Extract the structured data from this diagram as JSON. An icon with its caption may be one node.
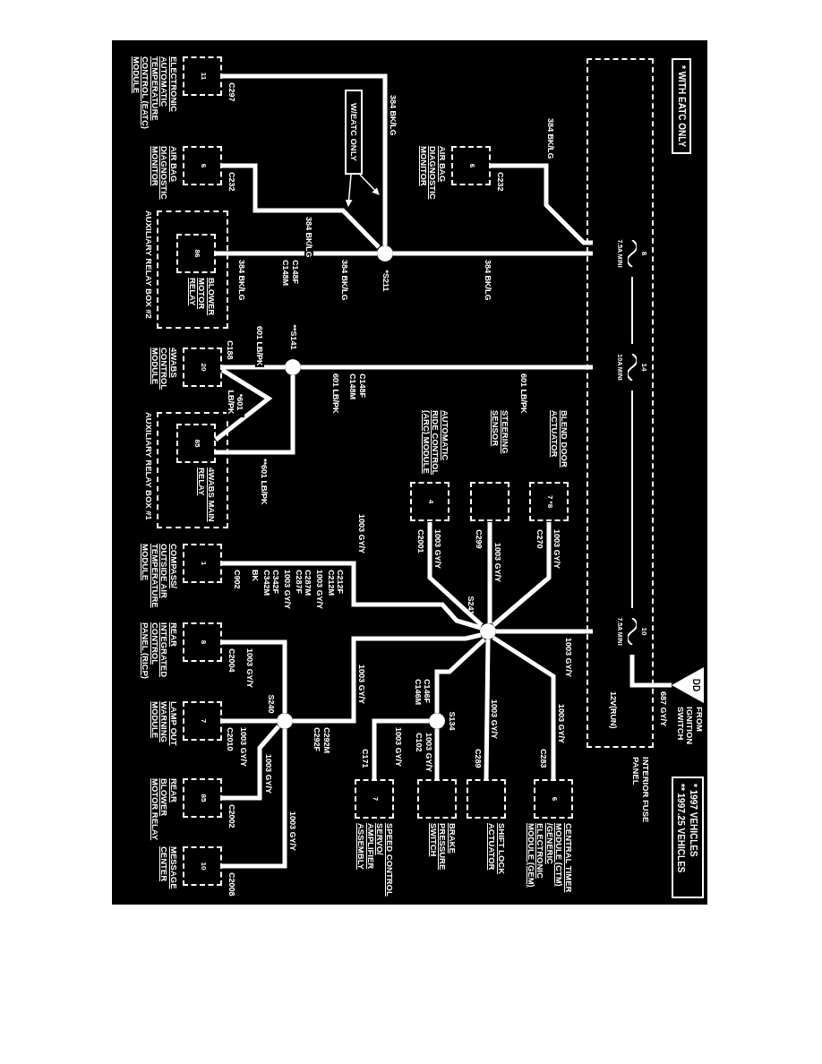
{
  "diagram": {
    "nodes": [
      {
        "text": [
          "INTERIOR FUSE PANEL"
        ]
      },
      {
        "text": [
          "8",
          "7.5A MINI"
        ],
        "in": 0
      },
      {
        "text": [
          "14",
          "10A MINI"
        ],
        "in": 0
      },
      {
        "text": [
          "10",
          "7.5A MINI"
        ],
        "in": 0
      },
      {
        "text": [
          "DD"
        ],
        "beside": [
          "FROM IGNITION SWITCH"
        ]
      },
      {
        "text": [
          "AIR BAG DIAGNOSTIC MONITOR",
          "6"
        ]
      },
      {
        "text": [
          "*S211"
        ]
      },
      {
        "text": [
          "ELECTRONIC AUTOMATIC TEMPERATURE CONTROL (EATC) MODULE",
          "11"
        ]
      },
      {
        "text": [
          "AIR BAG DIAGNOSTIC MONITOR",
          "6"
        ]
      },
      {
        "text": [
          "AUXILIARY RELAY BOX #2"
        ]
      },
      {
        "text": [
          "BLOWER MOTOR RELAY",
          "86"
        ],
        "in": 9
      },
      {
        "text": [
          "**S141"
        ]
      },
      {
        "text": [
          "4WABS CONTROL MODULE",
          "20"
        ]
      },
      {
        "text": [
          "AUXILIARY RELAY BOX #1"
        ]
      },
      {
        "text": [
          "4WABS MAIN RELAY",
          "85"
        ],
        "in": 13
      },
      {
        "text": [
          "S241"
        ]
      },
      {
        "text": [
          "BLEND DOOR ACTUATOR",
          "7 *8"
        ]
      },
      {
        "text": [
          "STEERING SENSOR"
        ]
      },
      {
        "text": [
          "AUTOMATIC RIDE CONTROL (ARC) MODULE",
          "4"
        ]
      },
      {
        "text": [
          "COMPASS/ OUTSIDE AIR TEMPERATURE MODULE",
          "1"
        ]
      },
      {
        "text": [
          "REAR INTEGRATED CONTROL PANEL (RICP)",
          "8"
        ]
      },
      {
        "text": [
          "S240"
        ]
      },
      {
        "text": [
          "LAMP OUT WARNING MODULE",
          "7"
        ]
      },
      {
        "text": [
          "REAR BLOWER MOTOR RELAY",
          "85"
        ]
      },
      {
        "text": [
          "MESSAGE CENTER",
          "10"
        ]
      },
      {
        "text": [
          "S134"
        ]
      },
      {
        "text": [
          "CENTRAL TIMER MODULE (CTM) /GENERIC ELECTRONIC MODULE (GEM)",
          "6"
        ]
      },
      {
        "text": [
          "SHIFT LOCK ACTUATOR"
        ]
      },
      {
        "text": [
          "BRAKE PRESSURE SWITCH"
        ]
      },
      {
        "text": [
          "SPEED CONTROL SERVO/ AMPLIFIER ASSEMBLY",
          "7"
        ]
      },
      {
        "text": [
          "W/EATC ONLY"
        ]
      }
    ],
    "edges": [
      {
        "from": 4,
        "to": 3,
        "arrow": "none",
        "label": "687 GY/Y"
      },
      {
        "from": 3,
        "to": 2,
        "arrow": "none"
      },
      {
        "from": 2,
        "to": 1,
        "arrow": "none"
      },
      {
        "from": 1,
        "to": 5,
        "arrow": "none",
        "label": "384 BK/LG"
      },
      {
        "from": 1,
        "to": 6,
        "arrow": "none",
        "label": "384 BK/LG"
      },
      {
        "from": 6,
        "to": 7,
        "arrow": "none",
        "label": "384 BK/LG"
      },
      {
        "from": 6,
        "to": 8,
        "arrow": "none",
        "label": "384 BK/LG"
      },
      {
        "from": 6,
        "to": 10,
        "arrow": "none",
        "label": "384 BK/LG"
      },
      {
        "from": 30,
        "to": null,
        "arrow": "to"
      },
      {
        "from": 30,
        "to": null,
        "arrow": "to"
      },
      {
        "from": 2,
        "to": 11,
        "arrow": "none",
        "label": "601 LB/PK"
      },
      {
        "from": 11,
        "to": 12,
        "arrow": "none",
        "label": "601 LB/PK"
      },
      {
        "from": 11,
        "to": 14,
        "arrow": "none",
        "label": "**601 LB/PK"
      },
      {
        "from": 12,
        "to": 14,
        "arrow": "none",
        "label": "*601 LB/PK"
      },
      {
        "from": 3,
        "to": 15,
        "arrow": "none",
        "label": "1003 GY/Y"
      },
      {
        "from": 15,
        "to": 16,
        "arrow": "none",
        "label": "1003 GY/Y"
      },
      {
        "from": 15,
        "to": 17,
        "arrow": "none",
        "label": "1003 GY/Y"
      },
      {
        "from": 15,
        "to": 18,
        "arrow": "none",
        "label": "1003 GY/Y"
      },
      {
        "from": 15,
        "to": 19,
        "arrow": "none",
        "label": "1003 GY/Y"
      },
      {
        "from": 15,
        "to": 21,
        "arrow": "none",
        "label": "1003 GY/Y"
      },
      {
        "from": 21,
        "to": 20,
        "arrow": "none",
        "label": "1003 GY/Y"
      },
      {
        "from": 21,
        "to": 22,
        "arrow": "none",
        "label": "1003 GY/Y"
      },
      {
        "from": 21,
        "to": 23,
        "arrow": "none",
        "label": "1003 GY/Y"
      },
      {
        "from": 21,
        "to": 24,
        "arrow": "none",
        "label": "1003 GY/Y"
      },
      {
        "from": 15,
        "to": 26,
        "arrow": "none",
        "label": "1003 GY/Y"
      },
      {
        "from": 15,
        "to": 27,
        "arrow": "none",
        "label": "1003 GY/Y"
      },
      {
        "from": 15,
        "to": 25,
        "arrow": "none"
      },
      {
        "from": 25,
        "to": 28,
        "arrow": "none",
        "label": "1003 GY/Y"
      },
      {
        "from": 25,
        "to": 29,
        "arrow": "none",
        "label": "1003 GY/Y"
      }
    ],
    "labels": [
      "* WITH EATC ONLY",
      "* 1997 VEHICLES",
      "** 1997.25 VEHICLES",
      "12V(RUN)",
      "C232",
      "C297",
      "C232",
      "C148F",
      "C148M",
      "384 BK/LG",
      "C148F",
      "C148M",
      "601 LB/PK",
      "C188",
      "C270",
      "C299",
      "C2001",
      "C212F",
      "C212M",
      "1003 GY/Y",
      "C287M",
      "C287F",
      "1003 GY/Y",
      "C342F",
      "C342M",
      "BK",
      "C902",
      "C292M",
      "C292F",
      "C2004",
      "C2010",
      "C2002",
      "C2008",
      "C283",
      "C289",
      "C146F",
      "C146M",
      "C102",
      "C171"
    ]
  }
}
